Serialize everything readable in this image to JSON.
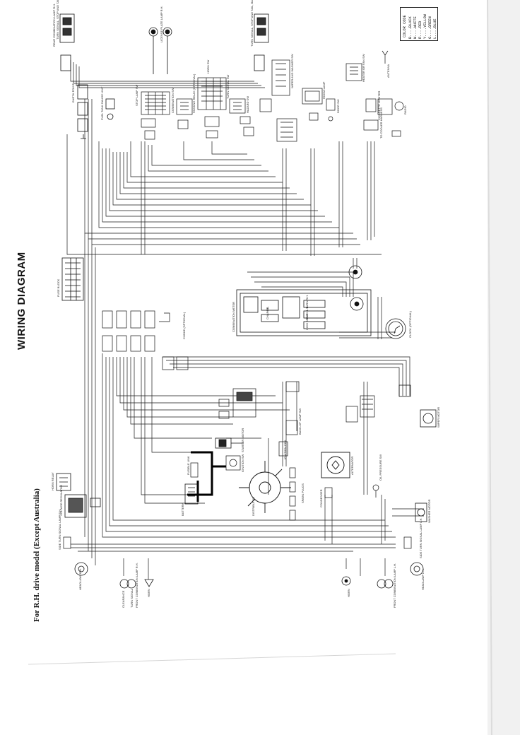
{
  "title": "WIRING DIAGRAM",
  "subtitle": "For R.H. drive model (Except Australia)",
  "color_code": {
    "heading": "COLOR CODE",
    "entries": [
      "B....BLACK",
      "W....WHITE",
      "R....RED",
      "Y....YELLOW",
      "G....GREEN",
      "L....BLUE"
    ]
  },
  "components": [
    "TURN SIGNAL, STOP AND TAIL, BACK-UP",
    "REAR COMBINATION LAMP R.H.",
    "LICENSE PLATE LAMP R.H.",
    "LICENSE PLATE LAMP L.H.",
    "REAR COMBINATION LAMP L.H.",
    "EARTH POINT",
    "FUEL TANK GAUGE UNIT",
    "STOP LAMP SW",
    "COMBINATION SW",
    "PASSING RELAY (OPTIONAL)",
    "TURN SIGNAL SW",
    "HAZARD SW",
    "HORN SW",
    "WIPER AND WASHER SW",
    "ROOM LAMP",
    "DOOR SW",
    "HEATER OR FAN SW",
    "CIGARETTE LIGHTER",
    "ANTENNA",
    "RADIO",
    "SPEAKER",
    "TO COOLER HARNESS",
    "FUSE BLOCK",
    "COMBINATION METER",
    "TURN L.H.",
    "TURN R.H.",
    "HIGH BEAM",
    "CHARGE",
    "OIL",
    "CLOCK (OPTIONAL)",
    "CHOKE (OPTIONAL)",
    "FUSIBLE LINK",
    "BATTERY",
    "IGNITION SW",
    "STARTER MOTOR",
    "DISTRIBUTOR",
    "SPARK PLUGS",
    "ALTERNATOR",
    "OIL PRESSURE SW",
    "CONDENSER",
    "VOLTAGE REGULATOR",
    "HORN RELAY",
    "BACK-UP LAMP SW",
    "WIPER MOTOR",
    "WASHER MOTOR",
    "SIDE TURN SIGNAL LAMP R.H.",
    "SIDE TURN SIGNAL LAMP L.H.",
    "HEADLAMP R.H.",
    "HEADLAMP L.H.",
    "FRONT COMBINATION LAMP R.H.",
    "FRONT COMBINATION LAMP L.H.",
    "CLEARANCE",
    "TURN SIGNAL",
    "HORN",
    "IGNITION COIL"
  ]
}
